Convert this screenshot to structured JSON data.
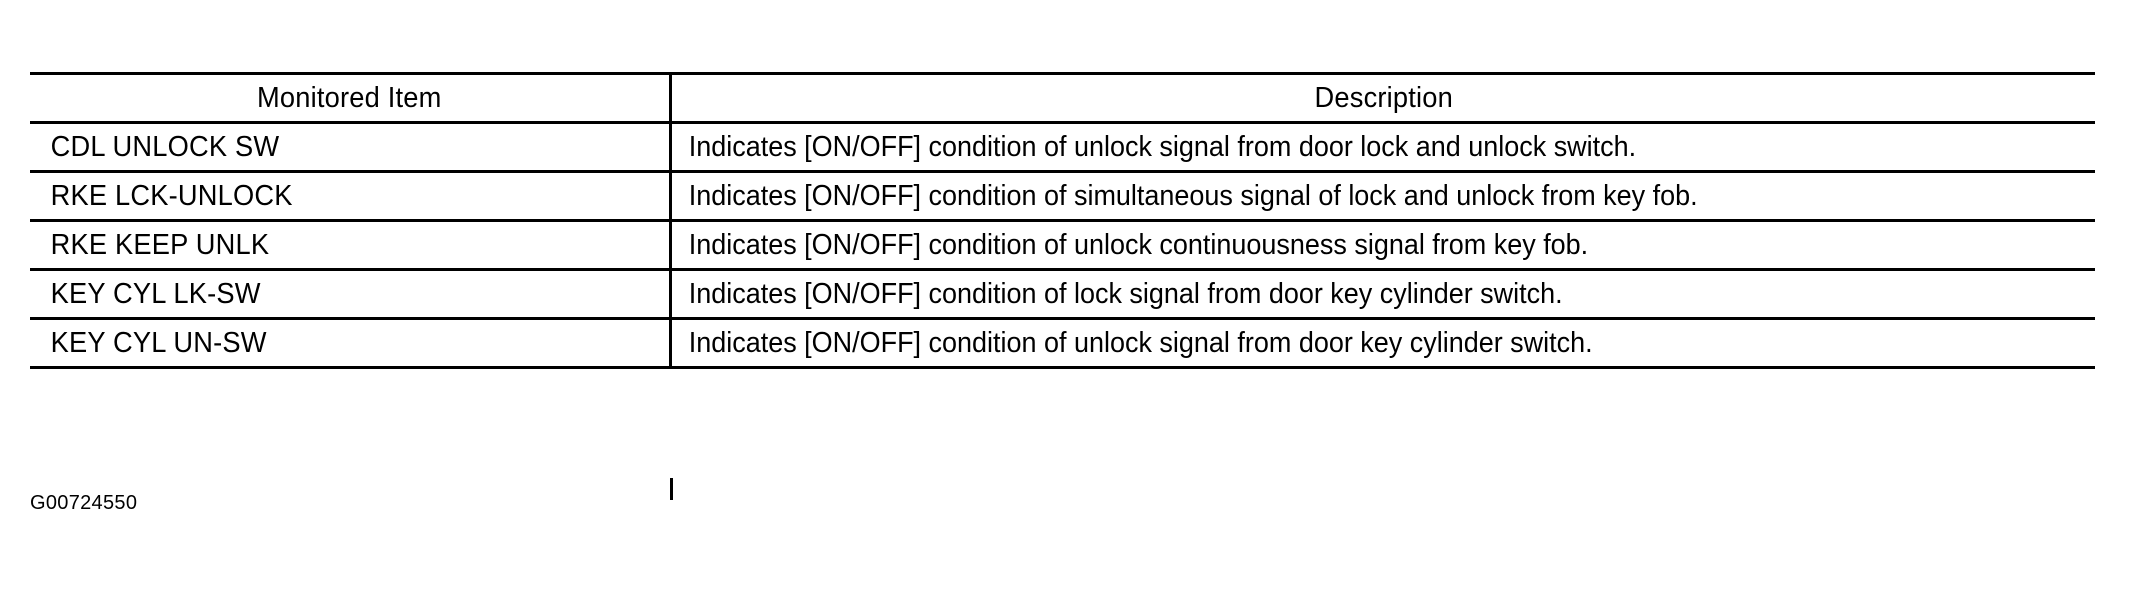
{
  "document": {
    "figure_code": "G00724550"
  },
  "table": {
    "columns": [
      {
        "key": "item",
        "header": "Monitored Item",
        "align": "center"
      },
      {
        "key": "description",
        "header": "Description",
        "align": "center"
      }
    ],
    "rows": [
      {
        "item": "CDL UNLOCK SW",
        "description": "Indicates [ON/OFF] condition of unlock signal from door lock and unlock switch."
      },
      {
        "item": "RKE LCK-UNLOCK",
        "description": "Indicates [ON/OFF] condition of simultaneous signal of lock and unlock from key fob."
      },
      {
        "item": "RKE KEEP UNLK",
        "description": "Indicates [ON/OFF] condition of unlock continuousness signal from key fob."
      },
      {
        "item": "KEY CYL LK-SW",
        "description": "Indicates [ON/OFF] condition of lock signal from door key cylinder switch."
      },
      {
        "item": "KEY CYL UN-SW",
        "description": "Indicates [ON/OFF] condition of unlock signal from door key cylinder switch."
      }
    ]
  },
  "colors": {
    "background": "#ffffff",
    "text": "#000000",
    "rule": "#000000"
  }
}
